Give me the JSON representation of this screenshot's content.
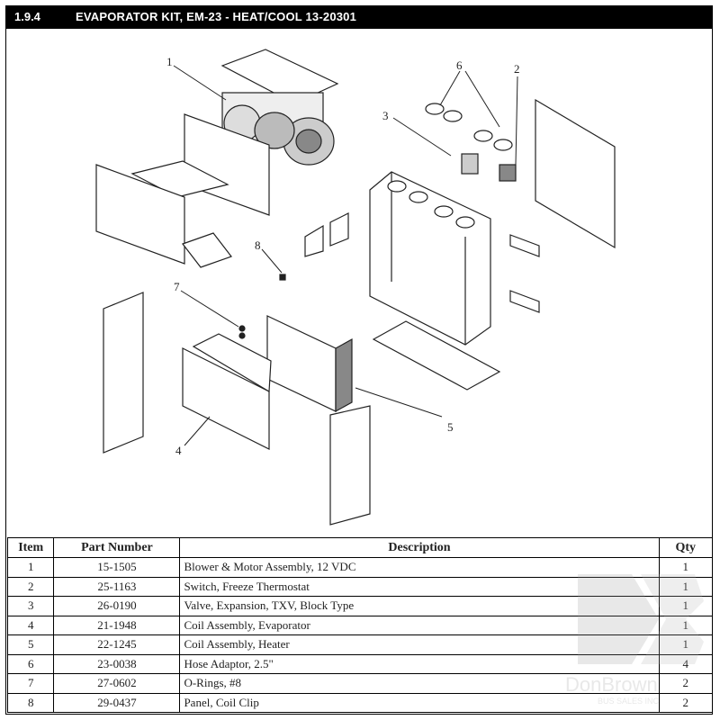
{
  "header": {
    "section": "1.9.4",
    "title": "EVAPORATOR KIT, EM-23 - HEAT/COOL  13-20301"
  },
  "diagram": {
    "callouts": [
      "1",
      "2",
      "3",
      "4",
      "5",
      "6",
      "7",
      "8"
    ]
  },
  "table": {
    "headers": [
      "Item",
      "Part Number",
      "Description",
      "Qty"
    ],
    "rows": [
      [
        "1",
        "15-1505",
        "Blower & Motor Assembly, 12 VDC",
        "1"
      ],
      [
        "2",
        "25-1163",
        "Switch, Freeze Thermostat",
        "1"
      ],
      [
        "3",
        "26-0190",
        "Valve, Expansion, TXV, Block Type",
        "1"
      ],
      [
        "4",
        "21-1948",
        "Coil Assembly, Evaporator",
        "1"
      ],
      [
        "5",
        "22-1245",
        "Coil Assembly, Heater",
        "1"
      ],
      [
        "6",
        "23-0038",
        "Hose Adaptor, 2.5\"",
        "4"
      ],
      [
        "7",
        "27-0602",
        "O-Rings, #8",
        "2"
      ],
      [
        "8",
        "29-0437",
        "Panel, Coil Clip",
        "2"
      ]
    ]
  },
  "watermark": {
    "text": "DonBrown",
    "subtext": "BUS SALES INC",
    "color": "#9a9a9a"
  }
}
